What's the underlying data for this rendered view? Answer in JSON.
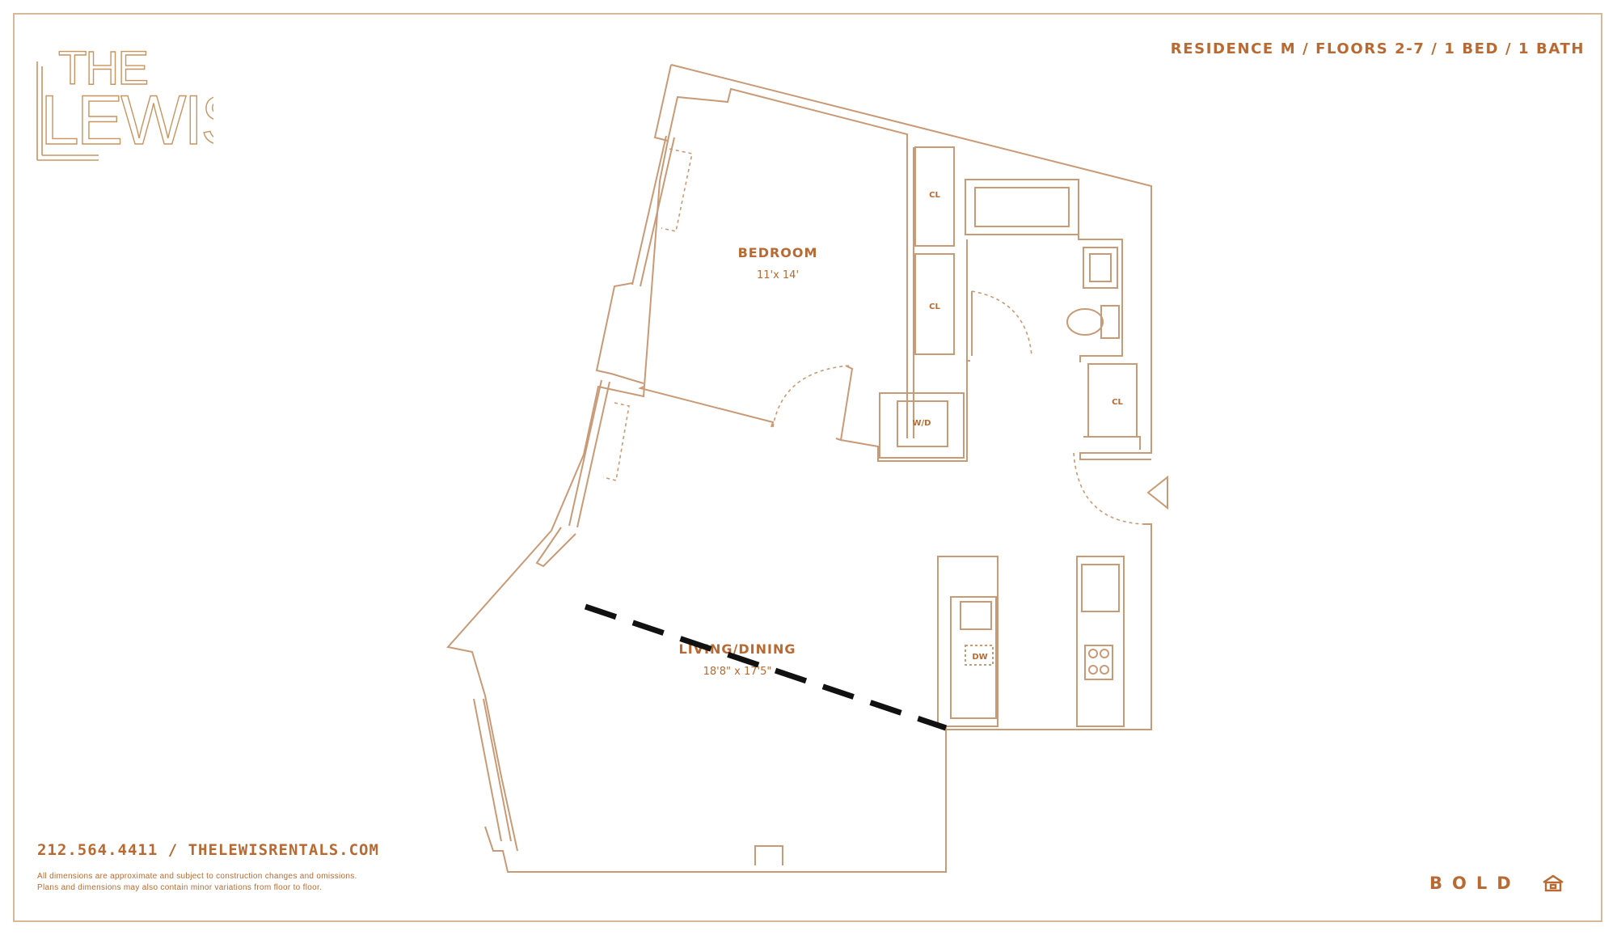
{
  "colors": {
    "accent": "#b86a32",
    "line": "#c99a76",
    "frame": "#d9b89a",
    "divider": "#111111",
    "background": "#ffffff"
  },
  "logo": {
    "line1": "THE",
    "line2": "LEWIS"
  },
  "header": {
    "residence": "RESIDENCE M / FLOORS 2-7 / 1 BED / 1 BATH"
  },
  "rooms": {
    "bedroom": {
      "name": "BEDROOM",
      "dims": "11'x 14'"
    },
    "living": {
      "name": "LIVING/DINING",
      "dims": "18'8\" x 17'5\""
    }
  },
  "labels": {
    "closet": "CL",
    "washer_dryer": "W/D",
    "dishwasher": "DW"
  },
  "footer": {
    "contact": "212.564.4411 / THELEWISRENTALS.COM",
    "disclaimer_line1": "All dimensions are approximate and subject to construction changes and omissions.",
    "disclaimer_line2": "Plans and dimensions may also contain minor variations from floor to floor.",
    "brand": "BOLD",
    "brand_icon": "house-icon"
  }
}
